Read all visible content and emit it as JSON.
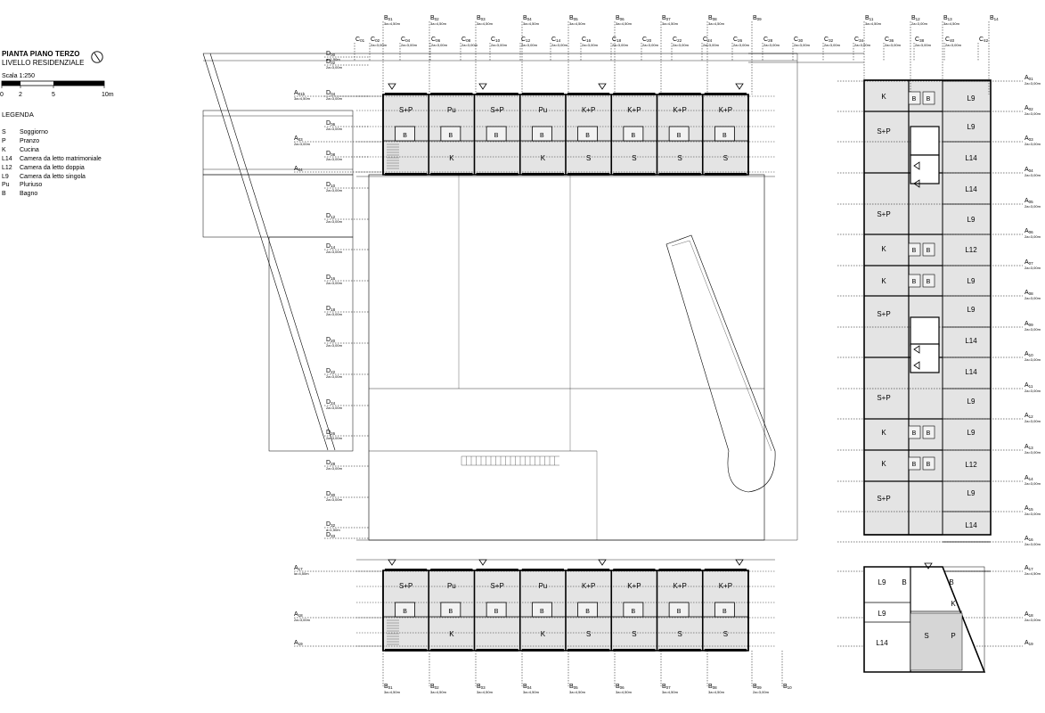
{
  "title": "PIANTA PIANO TERZO",
  "subtitle": "LIVELLO RESIDENZIALE",
  "scale": {
    "label": "Scala 1:250",
    "ticks": [
      "0",
      "2",
      "5",
      "10m"
    ]
  },
  "legend": {
    "heading": "LEGENDA",
    "items": [
      {
        "key": "S",
        "label": "Soggiorno"
      },
      {
        "key": "P",
        "label": "Pranzo"
      },
      {
        "key": "K",
        "label": "Cucina"
      },
      {
        "key": "L14",
        "label": "Camera da letto matrimoniale"
      },
      {
        "key": "L12",
        "label": "Camera da letto doppia"
      },
      {
        "key": "L9",
        "label": "Camera da letto singola"
      },
      {
        "key": "Pu",
        "label": "Pluriuso"
      },
      {
        "key": "B",
        "label": "Bagno"
      }
    ]
  },
  "grid_b_top": [
    {
      "id": "B01",
      "dim": "3a=4,50m"
    },
    {
      "id": "B02",
      "dim": "3a=4,50m"
    },
    {
      "id": "B03",
      "dim": "3a=4,50m"
    },
    {
      "id": "B04",
      "dim": "3a=4,50m"
    },
    {
      "id": "B05",
      "dim": "3a=4,50m"
    },
    {
      "id": "B06",
      "dim": "3a=4,50m"
    },
    {
      "id": "B07",
      "dim": "3a=4,50m"
    },
    {
      "id": "B08",
      "dim": "3a=4,50m"
    },
    {
      "id": "B09",
      "dim": ""
    },
    {
      "id": "B11",
      "dim": "3a=4,50m"
    },
    {
      "id": "B12",
      "dim": "2a=3,00m"
    },
    {
      "id": "B13",
      "dim": "3a=4,50m"
    },
    {
      "id": "B14",
      "dim": ""
    }
  ],
  "grid_b_bottom": [
    {
      "id": "B01",
      "dim": "3a=4,50m"
    },
    {
      "id": "B02",
      "dim": "3a=4,50m"
    },
    {
      "id": "B03",
      "dim": "3a=4,50m"
    },
    {
      "id": "B04",
      "dim": "3a=4,50m"
    },
    {
      "id": "B05",
      "dim": "3a=4,50m"
    },
    {
      "id": "B06",
      "dim": "3a=4,50m"
    },
    {
      "id": "B07",
      "dim": "3a=4,50m"
    },
    {
      "id": "B08",
      "dim": "3a=4,50m"
    },
    {
      "id": "B09",
      "dim": "2a=3,00m"
    },
    {
      "id": "B10",
      "dim": ""
    }
  ],
  "grid_c": [
    {
      "id": "C01",
      "dim": ""
    },
    {
      "id": "C02",
      "dim": "2a=3,00m"
    },
    {
      "id": "C04",
      "dim": "2a=3,00m"
    },
    {
      "id": "C06",
      "dim": "2a=3,00m"
    },
    {
      "id": "C08",
      "dim": "2a=3,00m"
    },
    {
      "id": "C10",
      "dim": "2a=3,00m"
    },
    {
      "id": "C12",
      "dim": "2a=3,00m"
    },
    {
      "id": "C14",
      "dim": "2a=3,00m"
    },
    {
      "id": "C16",
      "dim": "2a=3,00m"
    },
    {
      "id": "C18",
      "dim": "2a=3,00m"
    },
    {
      "id": "C20",
      "dim": "2a=3,00m"
    },
    {
      "id": "C22",
      "dim": "2a=3,00m"
    },
    {
      "id": "C24",
      "dim": "2a=3,00m"
    },
    {
      "id": "C26",
      "dim": "2a=3,00m"
    },
    {
      "id": "C28",
      "dim": "2a=3,00m"
    },
    {
      "id": "C30",
      "dim": "2a=3,00m"
    },
    {
      "id": "C32",
      "dim": "2a=3,00m"
    },
    {
      "id": "C34",
      "dim": "2a=3,00m"
    },
    {
      "id": "C36",
      "dim": "2a=3,00m"
    },
    {
      "id": "C38",
      "dim": "2a=3,00m"
    },
    {
      "id": "C40",
      "dim": "2a=3,00m"
    },
    {
      "id": "C42",
      "dim": ""
    }
  ],
  "grid_d": [
    {
      "id": "D00",
      "dim": "a=1,50m"
    },
    {
      "id": "D02",
      "dim": "2a=3,00m"
    },
    {
      "id": "D04",
      "dim": "2a=3,00m"
    },
    {
      "id": "D06",
      "dim": "2a=3,00m"
    },
    {
      "id": "D08",
      "dim": "2a=3,00m"
    },
    {
      "id": "D10",
      "dim": "2a=3,00m"
    },
    {
      "id": "D12",
      "dim": "2a=3,00m"
    },
    {
      "id": "D14",
      "dim": "2a=3,00m"
    },
    {
      "id": "D16",
      "dim": "2a=3,00m"
    },
    {
      "id": "D18",
      "dim": "2a=3,00m"
    },
    {
      "id": "D20",
      "dim": "2a=3,00m"
    },
    {
      "id": "D22",
      "dim": "2a=3,00m"
    },
    {
      "id": "D24",
      "dim": "2a=3,00m"
    },
    {
      "id": "D26",
      "dim": "2a=3,00m"
    },
    {
      "id": "D28",
      "dim": "2a=3,00m"
    },
    {
      "id": "D30",
      "dim": "2a=3,00m"
    },
    {
      "id": "D32",
      "dim": "a=1,50m"
    },
    {
      "id": "D33",
      "dim": ""
    }
  ],
  "grid_a_left": [
    {
      "id": "A01b",
      "dim": "3a=4,50m"
    },
    {
      "id": "A03",
      "dim": "2a=3,00m"
    },
    {
      "id": "A04",
      "dim": ""
    },
    {
      "id": "A17",
      "dim": "la=4,50m"
    },
    {
      "id": "A18",
      "dim": "2a=3,00m"
    },
    {
      "id": "A19",
      "dim": ""
    }
  ],
  "grid_a_right": [
    {
      "id": "A01",
      "dim": "2a=3,00m"
    },
    {
      "id": "A02",
      "dim": "2a=3,00m"
    },
    {
      "id": "A03",
      "dim": "2a=3,00m"
    },
    {
      "id": "A04",
      "dim": "2a=3,00m"
    },
    {
      "id": "A05",
      "dim": "2a=3,00m"
    },
    {
      "id": "A06",
      "dim": "2a=3,00m"
    },
    {
      "id": "A07",
      "dim": "2a=3,00m"
    },
    {
      "id": "A08",
      "dim": "2a=3,00m"
    },
    {
      "id": "A09",
      "dim": "2a=3,00m"
    },
    {
      "id": "A10",
      "dim": "2a=3,00m"
    },
    {
      "id": "A11",
      "dim": "2a=3,00m"
    },
    {
      "id": "A12",
      "dim": "2a=3,00m"
    },
    {
      "id": "A13",
      "dim": "2a=3,00m"
    },
    {
      "id": "A14",
      "dim": "2a=3,00m"
    },
    {
      "id": "A15",
      "dim": "2a=3,00m"
    },
    {
      "id": "A16",
      "dim": "2a=3,00m"
    },
    {
      "id": "A17",
      "dim": "2a=4,50m"
    },
    {
      "id": "A18",
      "dim": "2a=3,00m"
    },
    {
      "id": "A19",
      "dim": ""
    }
  ],
  "north_block": {
    "top_row": [
      "S+P",
      "Pu",
      "S+P",
      "Pu",
      "K+P",
      "K+P",
      "K+P",
      "K+P"
    ],
    "baths": [
      "B",
      "B",
      "B",
      "B",
      "B",
      "B",
      "B",
      "B"
    ],
    "bottom_row": [
      "K",
      "K",
      "S",
      "S",
      "S",
      "S"
    ]
  },
  "south_block": {
    "top_row": [
      "S+P",
      "Pu",
      "S+P",
      "Pu",
      "K+P",
      "K+P",
      "K+P",
      "K+P"
    ],
    "baths": [
      "B",
      "B",
      "B",
      "B",
      "B",
      "B",
      "B",
      "B"
    ],
    "bottom_row": [
      "K",
      "K",
      "S",
      "S",
      "S",
      "S"
    ]
  },
  "east_block": {
    "left_col": [
      "K",
      "S+P",
      "S+P",
      "K",
      "K",
      "S+P",
      "S+P",
      "K",
      "K",
      "S+P"
    ],
    "baths": [
      "B",
      "B",
      "B",
      "B",
      "B",
      "B",
      "B",
      "B",
      "B",
      "B",
      "B",
      "B"
    ],
    "right_col": [
      "L9",
      "L9",
      "L14",
      "L14",
      "L9",
      "L12",
      "L9",
      "L9",
      "L14",
      "L14",
      "L9",
      "L9",
      "L12",
      "L9",
      "L14"
    ],
    "corner": [
      "L9",
      "B",
      "B",
      "L9",
      "K",
      "L14",
      "S",
      "P"
    ]
  }
}
